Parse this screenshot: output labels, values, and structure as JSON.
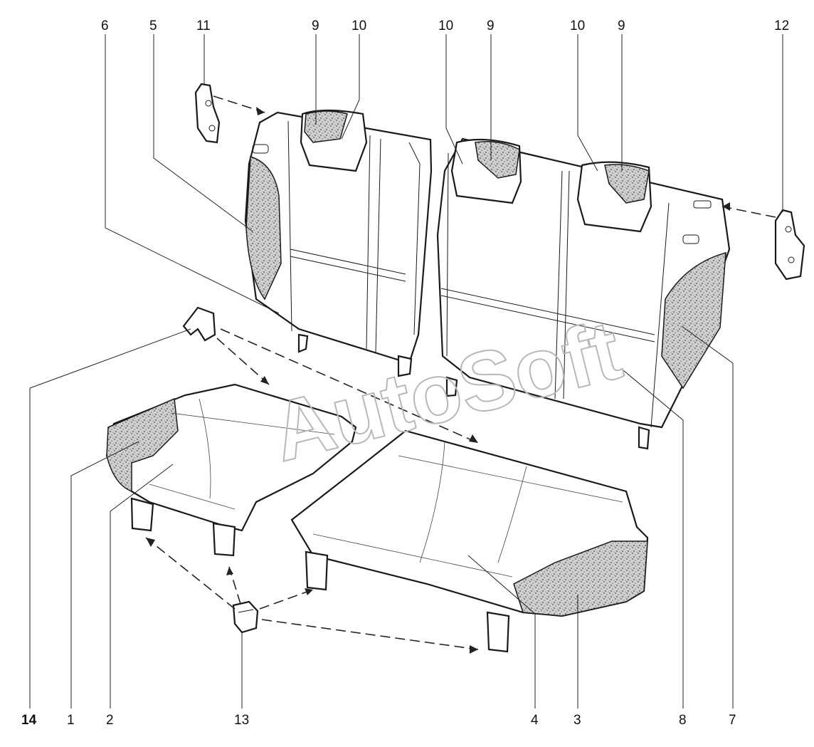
{
  "watermark": "AutoSoft",
  "callouts": [
    {
      "id": "c6",
      "text": "6"
    },
    {
      "id": "c5",
      "text": "5"
    },
    {
      "id": "c11",
      "text": "11"
    },
    {
      "id": "c9a",
      "text": "9"
    },
    {
      "id": "c10a",
      "text": "10"
    },
    {
      "id": "c10b",
      "text": "10"
    },
    {
      "id": "c9b",
      "text": "9"
    },
    {
      "id": "c10c",
      "text": "10"
    },
    {
      "id": "c9c",
      "text": "9"
    },
    {
      "id": "c12",
      "text": "12"
    },
    {
      "id": "c14",
      "text": "14"
    },
    {
      "id": "c1",
      "text": "1"
    },
    {
      "id": "c2",
      "text": "2"
    },
    {
      "id": "c13",
      "text": "13"
    },
    {
      "id": "c4",
      "text": "4"
    },
    {
      "id": "c3",
      "text": "3"
    },
    {
      "id": "c8",
      "text": "8"
    },
    {
      "id": "c7",
      "text": "7"
    }
  ]
}
